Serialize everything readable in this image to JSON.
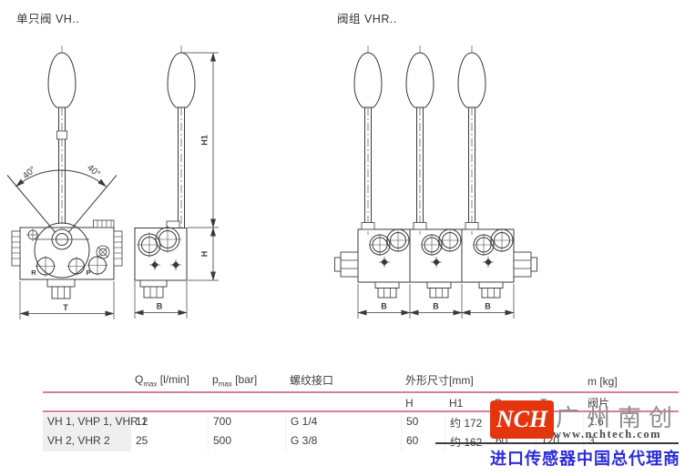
{
  "page": {
    "section_left_title": "单只阀 VH..",
    "section_right_title": "阀组 VHR.."
  },
  "drawing": {
    "labels": {
      "angle": "40°",
      "t": "T",
      "b": "B",
      "h": "H",
      "h1": "H1",
      "r": "R",
      "p": "P"
    }
  },
  "table": {
    "headers": {
      "qmax_base": "Q",
      "qmax_sub": "max",
      "qmax_unit": " [l/min]",
      "pmax_base": "p",
      "pmax_sub": "max",
      "pmax_unit": " [bar]",
      "thread": "螺纹接口",
      "dims_group": "外形尺寸[mm]",
      "mass_group": "m [kg]",
      "h": "H",
      "h1": "H1",
      "b": "B",
      "t": "T",
      "valve_plate": "阀片"
    },
    "rows": [
      {
        "model": "VH 1, VHP 1, VHR 1",
        "qmax": "12",
        "pmax": "700",
        "thread": "G 1/4",
        "h": "50",
        "h1": "约 172",
        "b": "",
        "t": "",
        "m": "1.6"
      },
      {
        "model": "VH 2, VHR 2",
        "qmax": "25",
        "pmax": "500",
        "thread": "G 3/8",
        "h": "60",
        "h1": "约 162",
        "b": "60",
        "t": "120",
        "m": "3"
      }
    ]
  },
  "watermark": {
    "logo_text": "NCH",
    "company": "广州南创",
    "website": "www.nchtech.com",
    "tagline": "进口传感器中国总代理商",
    "logo_color": "#e5350f",
    "tagline_color": "#2b2bdd"
  },
  "colors": {
    "rule_pink": "#d97d98",
    "line": "#3a3a3a",
    "row_bg": "#efefef"
  }
}
